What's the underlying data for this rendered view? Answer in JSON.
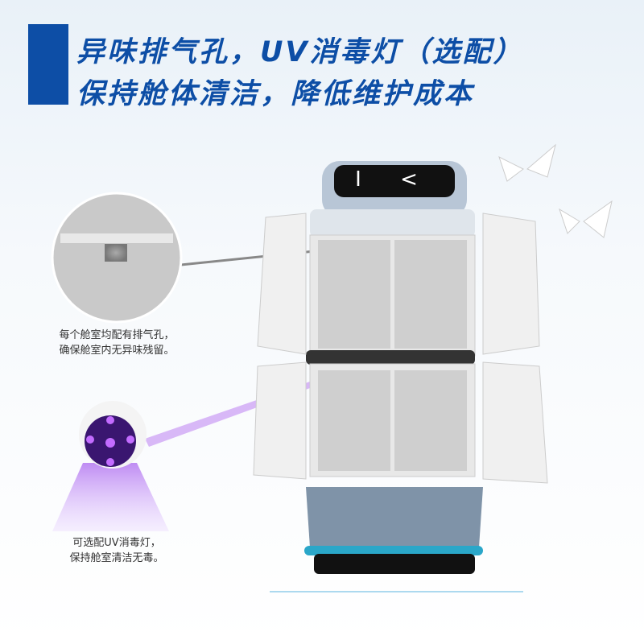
{
  "headline": {
    "line1": "异味排气孔，UV消毒灯（选配）",
    "line2": "保持舱体清洁，降低维护成本"
  },
  "callouts": [
    {
      "line1": "每个舱室均配有排气孔，",
      "line2": "确保舱室内无异味残留。"
    },
    {
      "line1": "可选配UV消毒灯，",
      "line2": "保持舱室清洁无毒。"
    }
  ],
  "robot_screen": {
    "text": "I <"
  },
  "colors": {
    "brand": "#0d4ea6",
    "uv": "#8a3be0"
  }
}
